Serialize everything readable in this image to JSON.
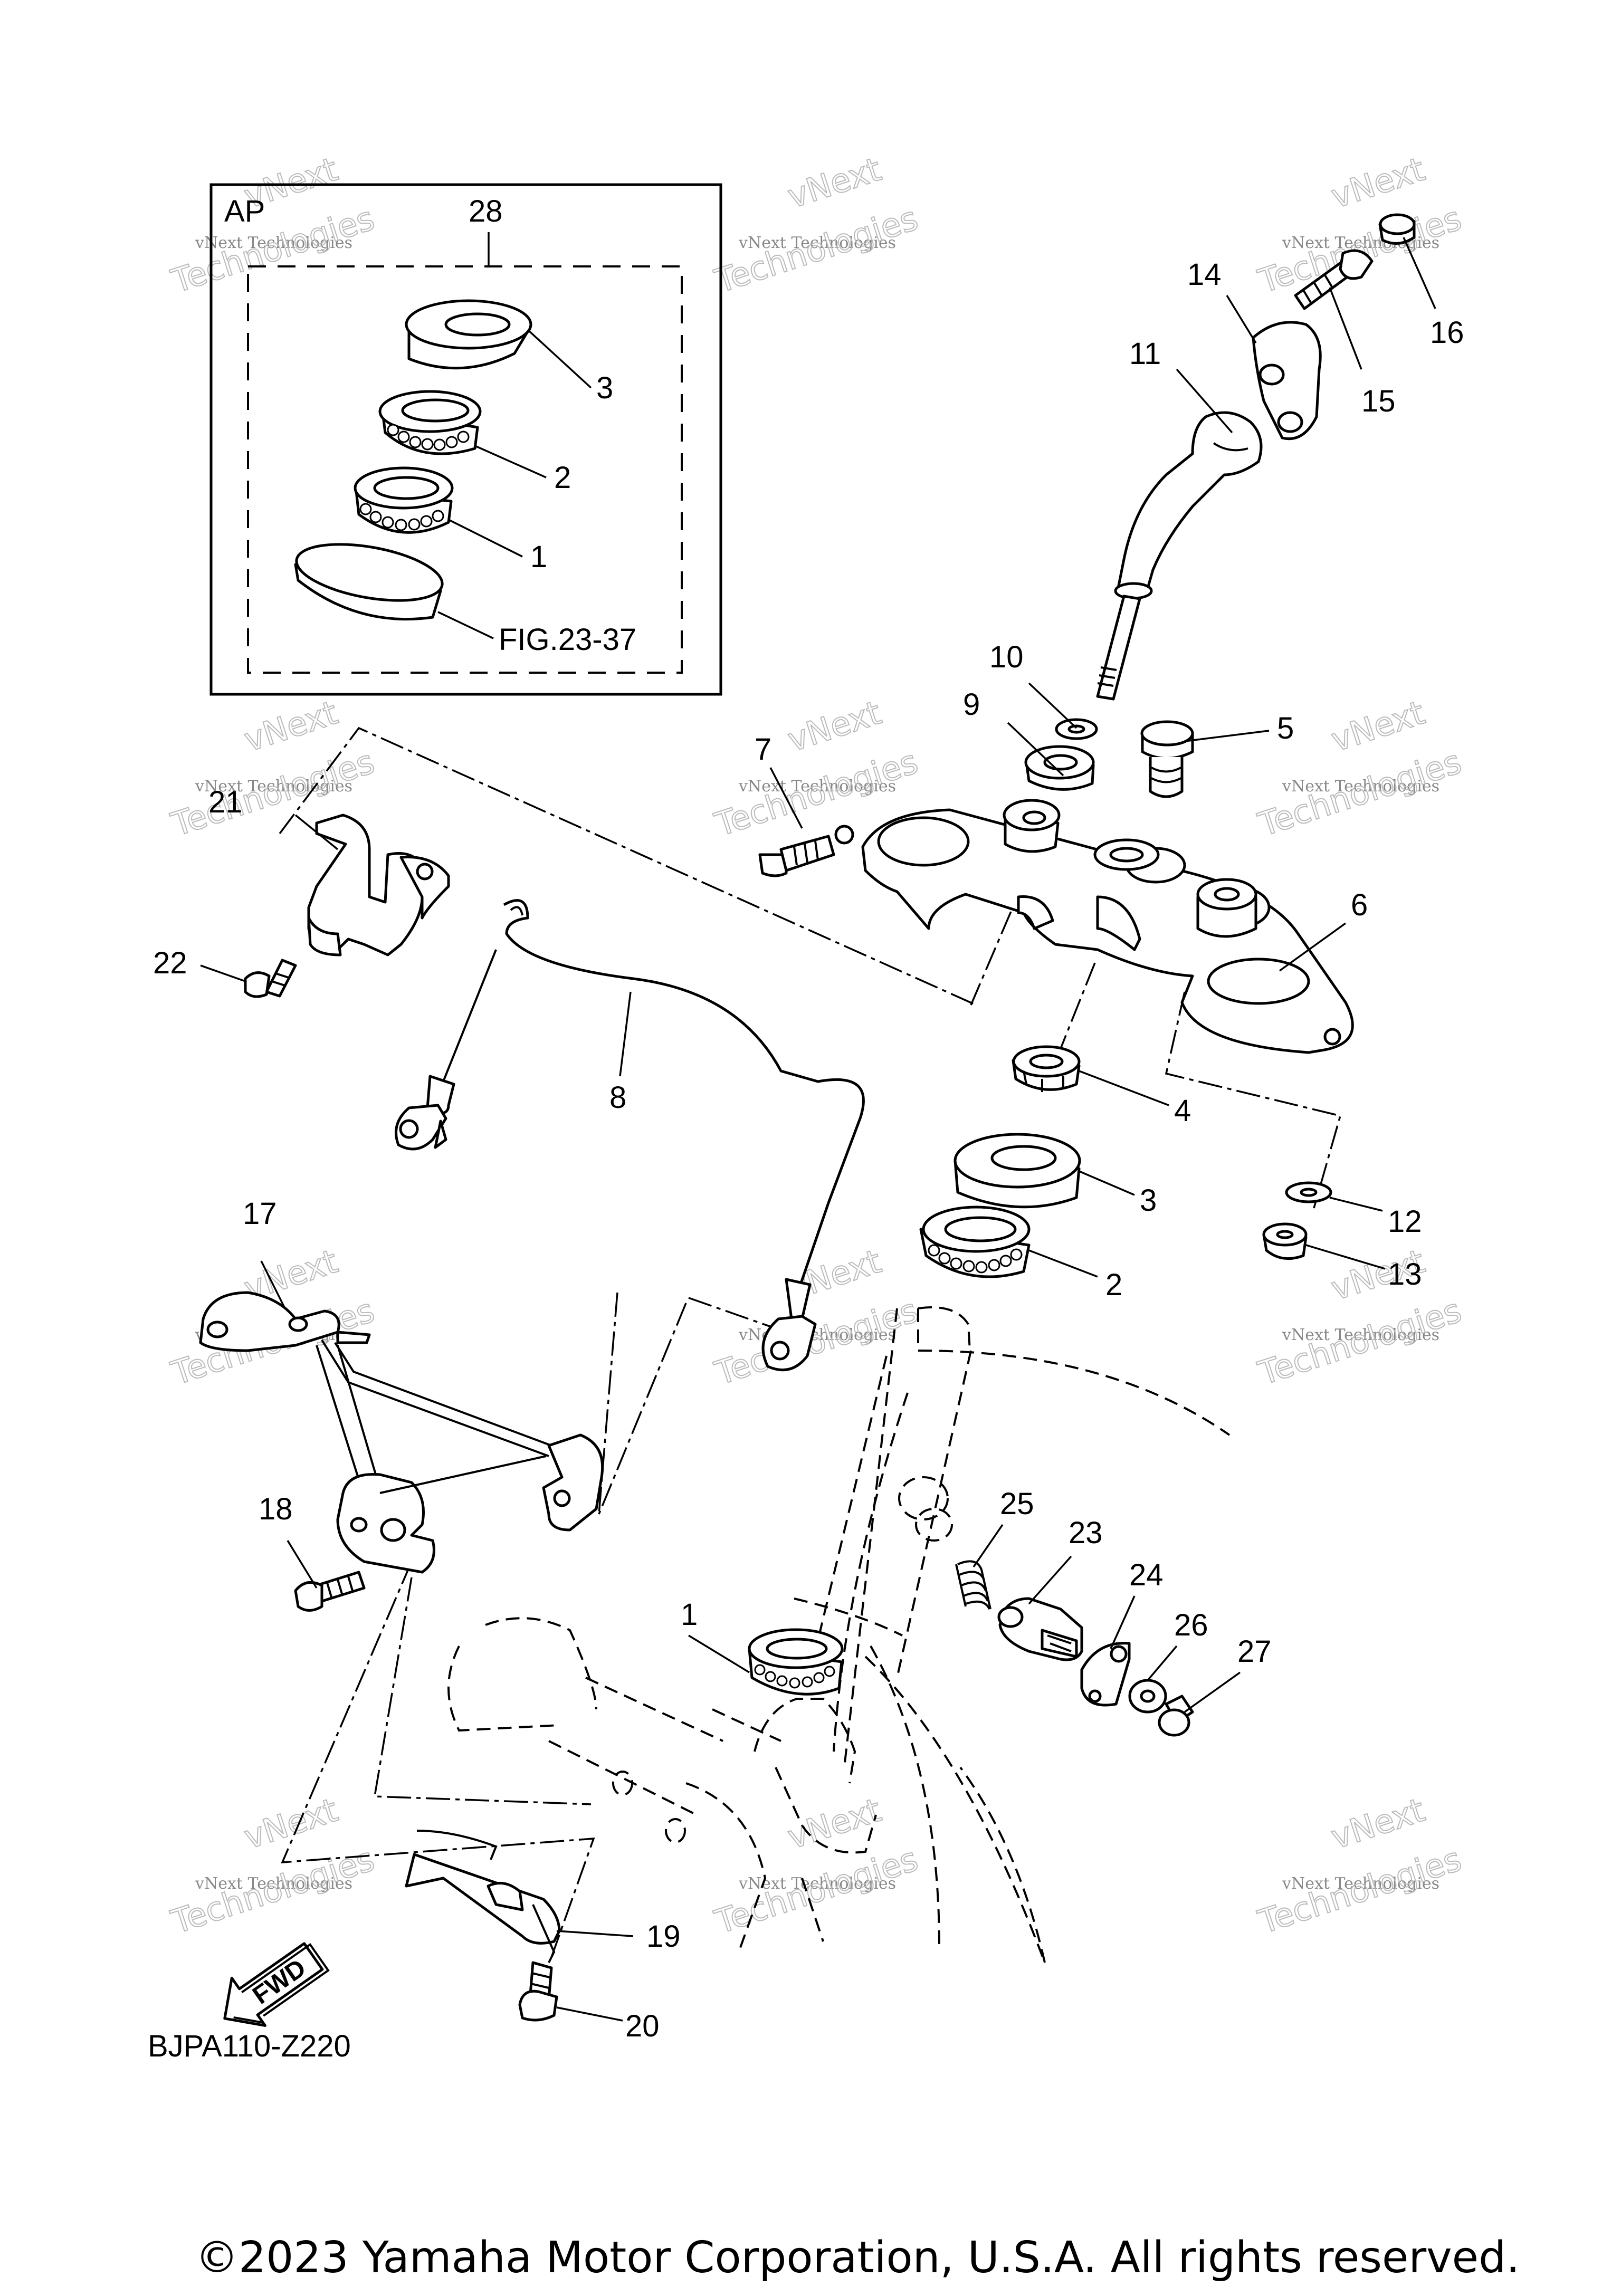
{
  "kit_box": {
    "corner_code": "AP",
    "kit_number": "28",
    "figure_reference": "FIG.23-37"
  },
  "callouts": [
    "1",
    "2",
    "3",
    "4",
    "5",
    "6",
    "7",
    "8",
    "9",
    "10",
    "11",
    "12",
    "13",
    "14",
    "15",
    "16",
    "17",
    "18",
    "19",
    "20",
    "21",
    "22",
    "23",
    "24",
    "25",
    "26",
    "27"
  ],
  "kit_callouts": [
    "3",
    "2",
    "1"
  ],
  "direction_arrow": "FWD",
  "diagram_code": "BJPA110-Z220",
  "watermark": {
    "line1": "vNext",
    "line2": "vNext Technologies",
    "line3": "Technologies"
  },
  "copyright": "©2023 Yamaha Motor Corporation, U.S.A. All rights reserved."
}
